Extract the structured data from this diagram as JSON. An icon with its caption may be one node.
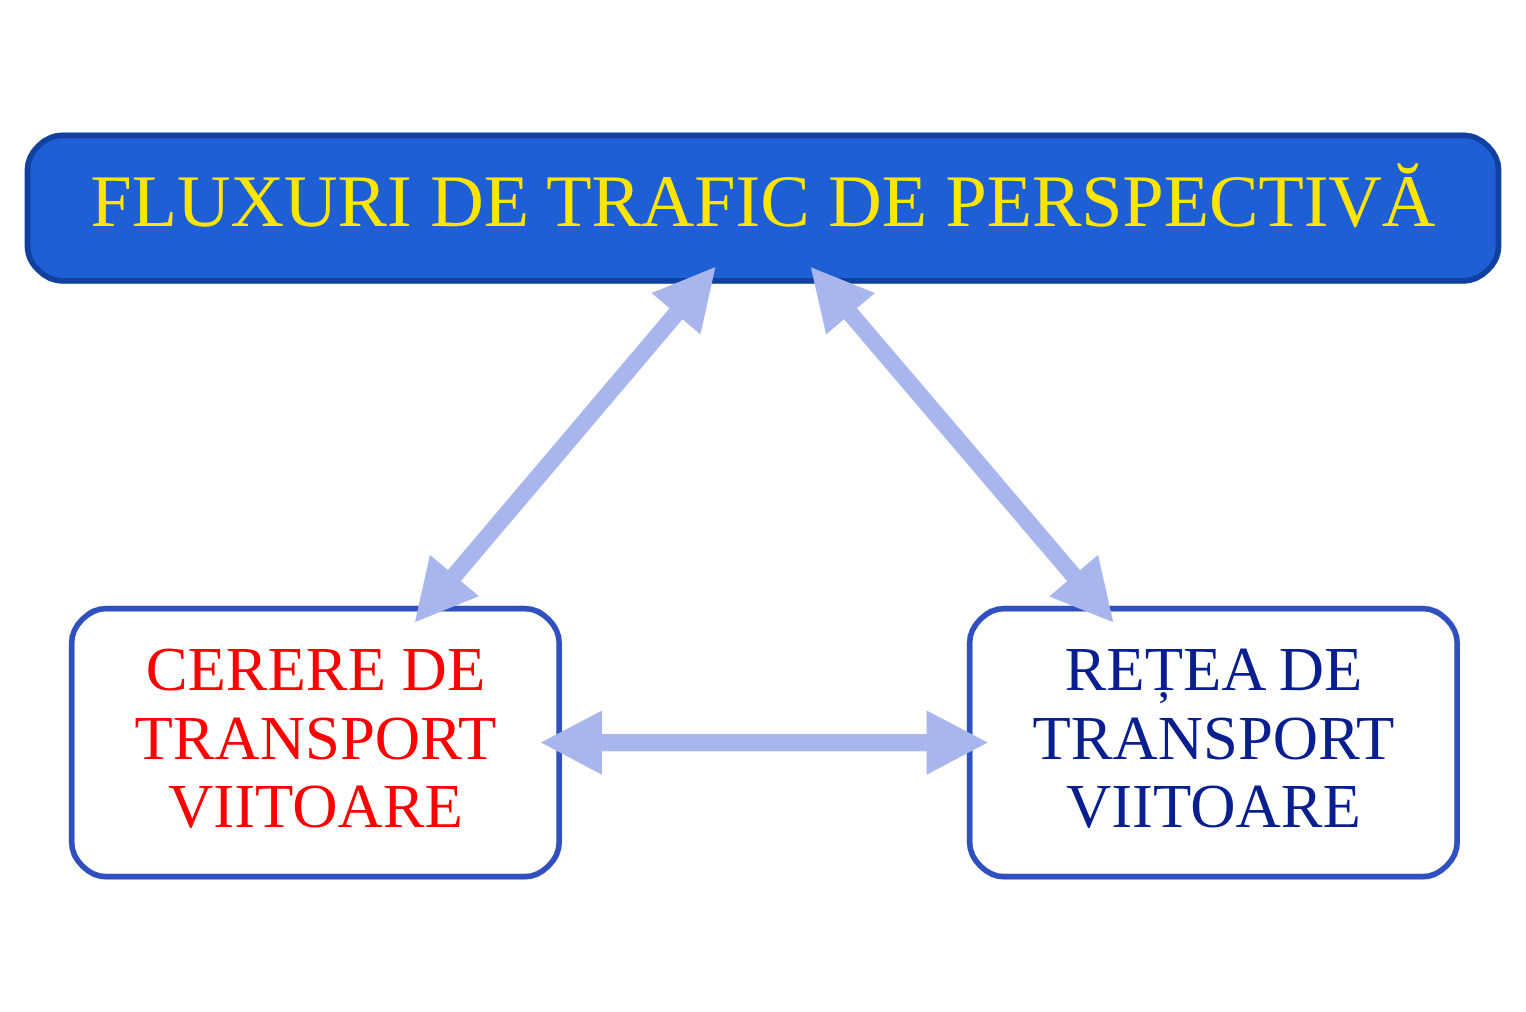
{
  "diagram": {
    "nodes": [
      {
        "text": [
          "FLUXURI DE TRAFIC DE PERSPECTIVĂ"
        ]
      },
      {
        "text": [
          "CERERE DE TRANSPORT VIITOARE"
        ]
      },
      {
        "text": [
          "REȚEA DE TRANSPORT VIITOARE"
        ]
      }
    ],
    "edges": [
      {
        "from": 0,
        "to": 1,
        "arrow": "both"
      },
      {
        "from": 0,
        "to": 2,
        "arrow": "both"
      },
      {
        "from": 1,
        "to": 2,
        "arrow": "both"
      }
    ]
  }
}
